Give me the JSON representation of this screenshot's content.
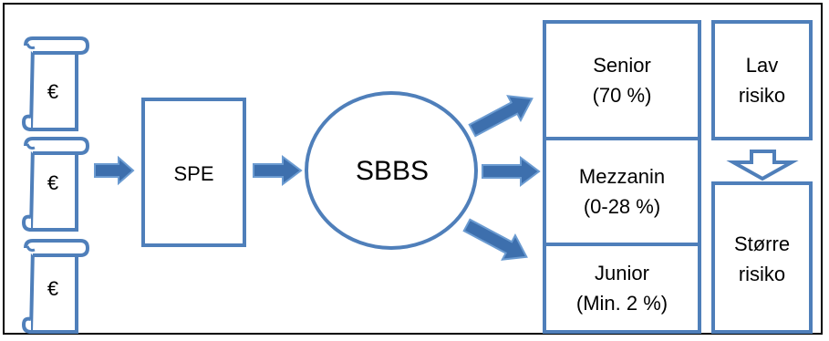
{
  "colors": {
    "stroke": "#4f7fba",
    "arrow_fill": "#3d6fad",
    "arrow_outline": "#6b9bd1",
    "background": "#ffffff",
    "border": "#000000"
  },
  "assets": [
    {
      "icon": "scroll-icon",
      "label": "€"
    },
    {
      "icon": "scroll-icon",
      "label": "€"
    },
    {
      "icon": "scroll-icon",
      "label": "€"
    }
  ],
  "spe": {
    "label": "SPE"
  },
  "sbbs": {
    "label": "SBBS"
  },
  "tranches": [
    {
      "name": "Senior",
      "share": "(70 %)"
    },
    {
      "name": "Mezzanin",
      "share": "(0-28 %)"
    },
    {
      "name": "Junior",
      "share": "(Min. 2 %)"
    }
  ],
  "risk": {
    "low_line1": "Lav",
    "low_line2": "risiko",
    "high_line1": "Større",
    "high_line2": "risiko",
    "arrow_icon": "down-arrow-icon"
  }
}
